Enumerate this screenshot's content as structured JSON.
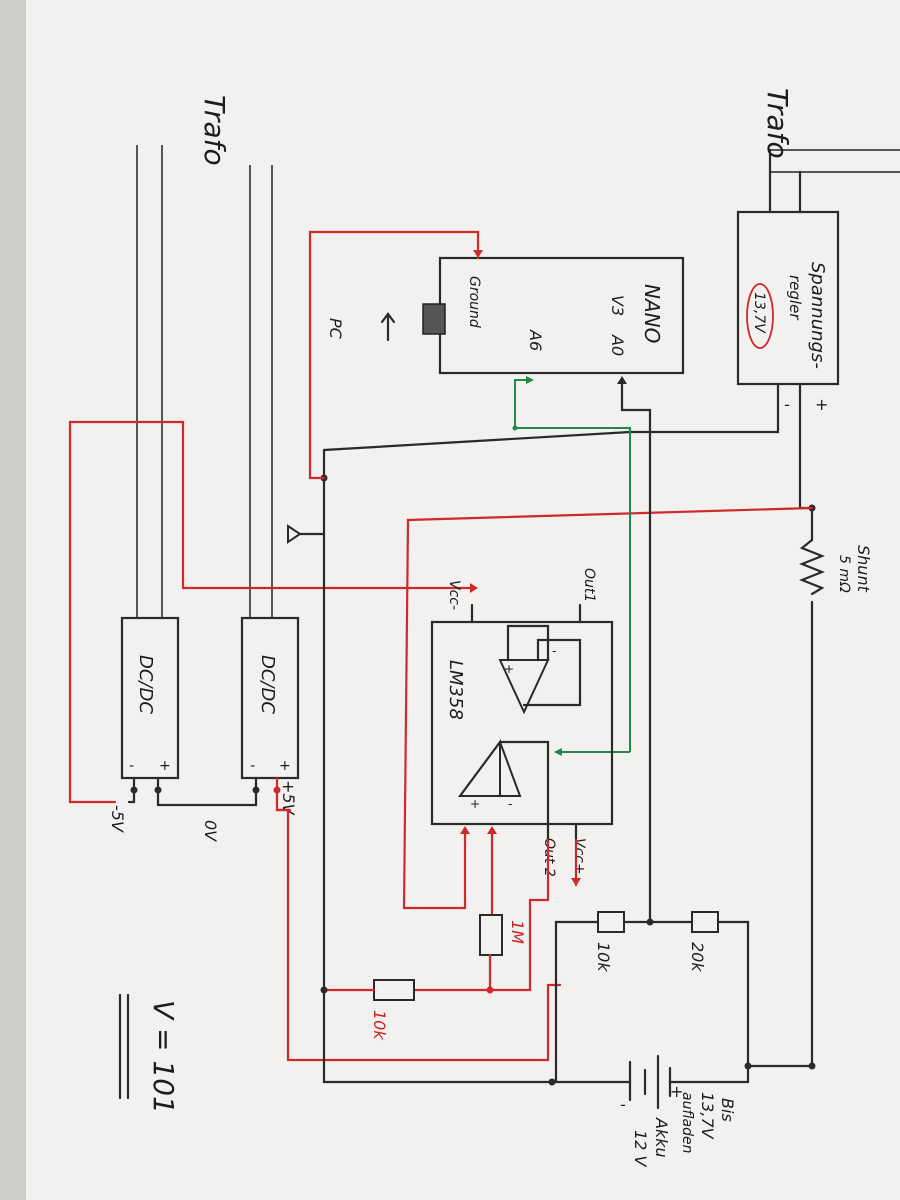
{
  "diagram": {
    "sheet": {
      "paper_color": "#f2f1ef",
      "ink_color": "#2a2a2a",
      "red_ink": "#cf2a2a",
      "green_ink": "#1f8a4a"
    },
    "labels": {
      "trafo_right": "Trafo",
      "trafo_left": "Trafo",
      "regulator_line1": "Spannungs-",
      "regulator_line2": "regler",
      "regulator_value": "13,7V",
      "reg_plus": "+",
      "reg_minus": "-",
      "nano_title": "NANO",
      "nano_v3": "V3",
      "nano_a0": "A0",
      "nano_a6": "A6",
      "nano_ground": "Ground",
      "nano_pc": "PC",
      "shunt_line1": "Shunt",
      "shunt_line2": "5 mΩ",
      "lm_name": "LM358",
      "lm_out1": "Out1",
      "lm_vcc_minus": "Vcc-",
      "lm_out2": "Out 2",
      "lm_vcc_plus": "Vcc+",
      "op1_plus": "+",
      "op1_minus": "-",
      "op2_plus": "+",
      "op2_minus": "-",
      "dcdc1": "DC/DC",
      "dcdc2": "DC/DC",
      "dcdc1_plus": "+",
      "dcdc1_minus": "-",
      "dcdc2_plus": "+",
      "dcdc2_minus": "-",
      "neg5v": "-5V",
      "ov": "0V",
      "pos5v": "+5V",
      "r_1m": "1M",
      "r_10k_red": "10k",
      "r_10k": "10k",
      "r_20k": "20k",
      "akku_line1": "Bis",
      "akku_line2": "13,7V",
      "akku_line3": "aufladen",
      "akku_line4": "Akku",
      "akku_line5": "12 V",
      "akku_plus": "+",
      "akku_minus": "-",
      "gain": "V = 101"
    }
  }
}
